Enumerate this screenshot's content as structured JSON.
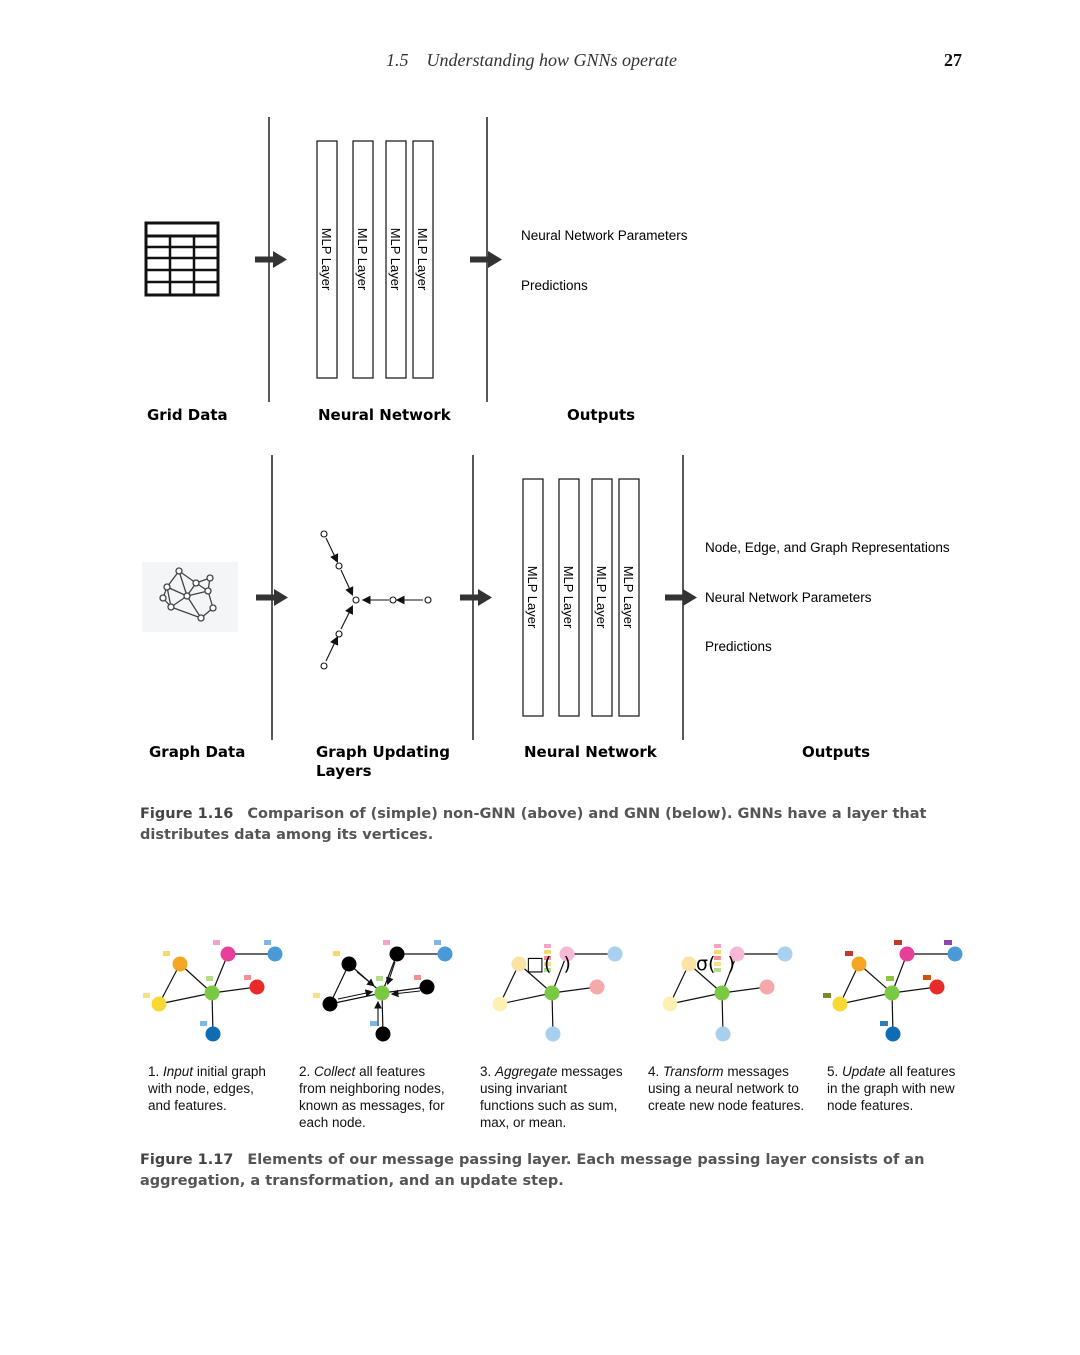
{
  "header": {
    "running_title": "1.5    Understanding how GNNs operate",
    "page_number": "27"
  },
  "figure_1_16": {
    "top_row": {
      "section_labels": [
        "Grid Data",
        "Neural Network",
        "Outputs"
      ],
      "layer_labels": [
        "MLP Layer",
        "MLP Layer",
        "MLP Layer",
        "MLP Layer"
      ],
      "outputs": [
        "Neural Network Parameters",
        "Predictions"
      ]
    },
    "bottom_row": {
      "section_labels": [
        "Graph Data",
        "Graph Updating",
        "Layers",
        "Neural Network",
        "Outputs"
      ],
      "layer_labels": [
        "MLP Layer",
        "MLP Layer",
        "MLP Layer",
        "MLP Layer"
      ],
      "outputs": [
        "Node, Edge, and Graph Representations",
        "Neural Network Parameters",
        "Predictions"
      ]
    },
    "caption_number": "Figure 1.16",
    "caption_text": "Comparison of (simple) non-GNN (above) and GNN (below). GNNs have a layer that distributes data among its vertices."
  },
  "figure_1_17": {
    "steps": [
      {
        "num": "1.",
        "keyword": "Input",
        "rest": "initial graph",
        "lines": [
          "with node, edges,",
          "and features."
        ]
      },
      {
        "num": "2.",
        "keyword": "Collect",
        "rest": "all features",
        "lines": [
          "from neighboring nodes,",
          "known as messages, for",
          "each node."
        ]
      },
      {
        "num": "3.",
        "keyword": "Aggregate",
        "rest": "messages",
        "lines": [
          "using invariant",
          "functions such as sum,",
          "max, or mean."
        ]
      },
      {
        "num": "4.",
        "keyword": "Transform",
        "rest": "messages",
        "lines": [
          "using a neural network to",
          "create new node features."
        ]
      },
      {
        "num": "5.",
        "keyword": "Update",
        "rest": "all features",
        "lines": [
          "in the graph with new",
          "node features."
        ]
      }
    ],
    "symbols": {
      "aggregate": "□(  )",
      "transform": "σ(  )"
    },
    "colors": {
      "orange": "#f5a623",
      "yellow": "#f8d833",
      "green": "#7ac943",
      "pink": "#e8409a",
      "blue": "#4a9ad8",
      "red": "#e92a2a",
      "navy": "#0e6db4"
    },
    "caption_number": "Figure 1.17",
    "caption_text": "Elements of our message passing layer. Each message passing layer consists of an aggregation, a transformation, and an update step."
  }
}
